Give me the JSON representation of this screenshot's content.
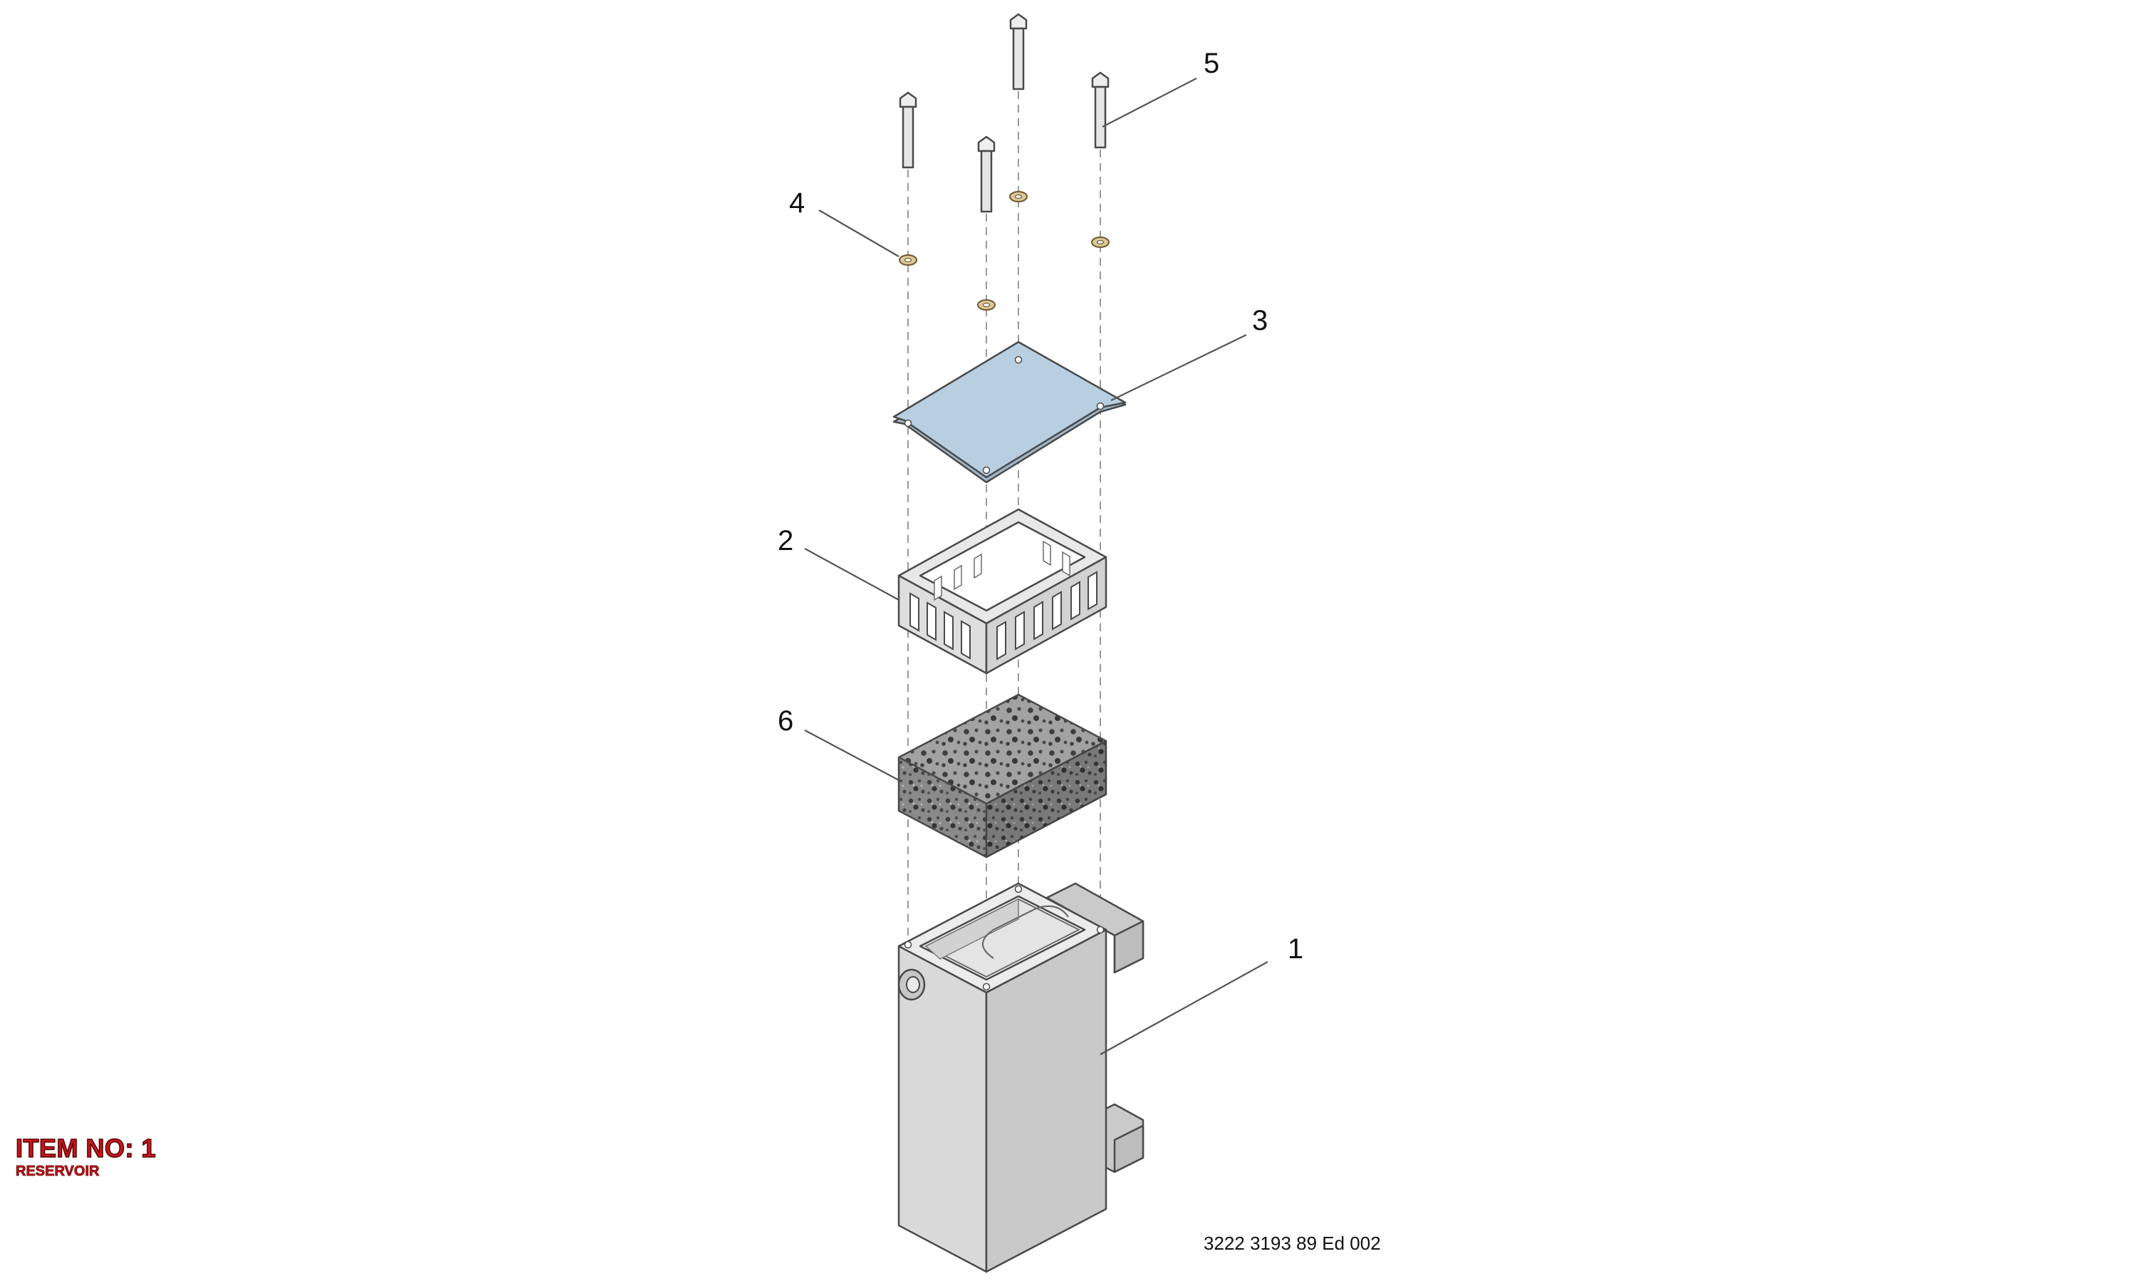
{
  "callouts": [
    "1",
    "2",
    "3",
    "4",
    "5",
    "6"
  ],
  "item": {
    "number_label": "ITEM NO: 1",
    "name": "RESERVOIR"
  },
  "document_reference": "3222 3193 89 Ed 002",
  "colors": {
    "plate": "#b8cfe2",
    "frame": "#e4e4e4",
    "reservoir": "#d7d7d7",
    "washer": "#dcc79a",
    "bolt": "#e6e6e6",
    "foam": "#7d7d7d",
    "item_label": "#c8161d"
  }
}
